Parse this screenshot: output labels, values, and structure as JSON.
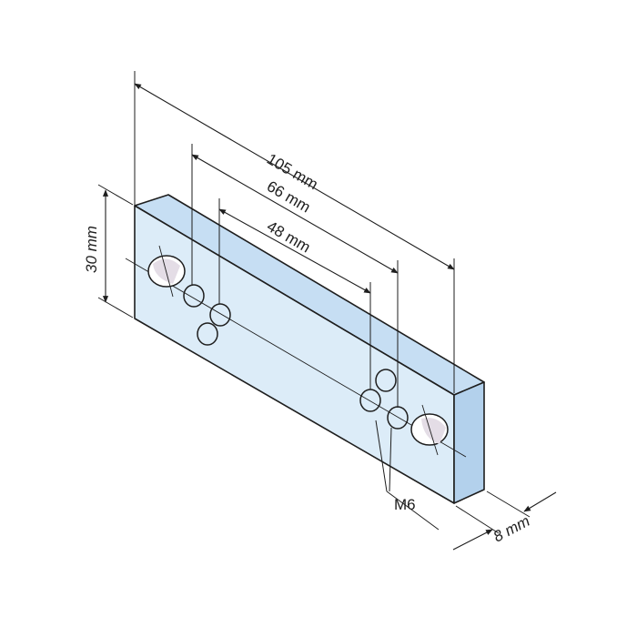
{
  "diagram": {
    "dimensions": {
      "overall_length": "105 mm",
      "outer_hole_spacing": "66 mm",
      "inner_hole_spacing": "48 mm",
      "height": "30 mm",
      "thickness": "8 mm"
    },
    "callout": "M6"
  },
  "colors": {
    "plate_front": "#dcecf8",
    "plate_top": "#c6def3",
    "plate_side": "#b3d1ec",
    "hole_fill": "#e4dde6",
    "line": "#1e1e1e"
  }
}
